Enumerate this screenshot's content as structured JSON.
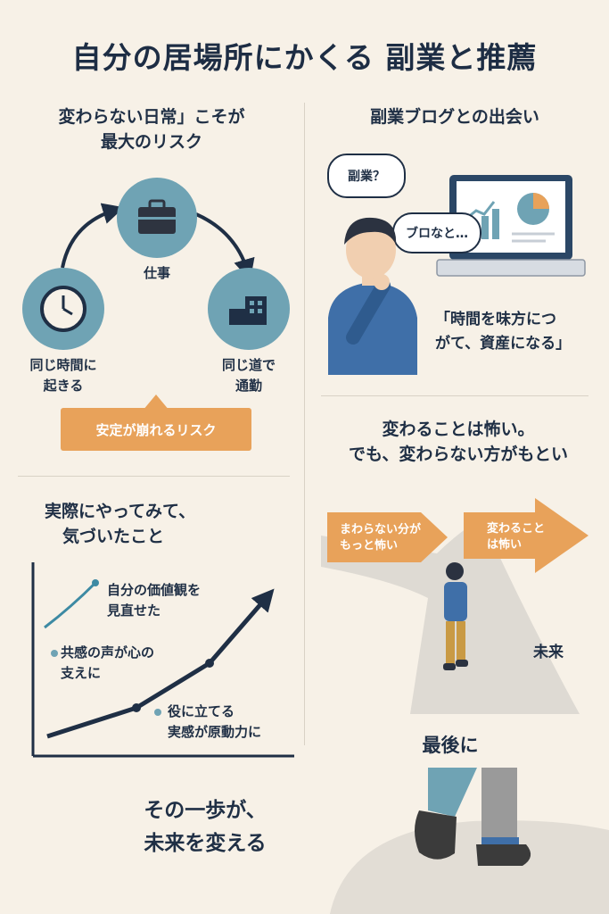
{
  "title": "自分の居場所にかくる 副業と推薦",
  "panel1": {
    "heading_line1": "変わらない日常」こそが",
    "heading_line2": "最大のリスク",
    "node_work": "仕事",
    "node_time_line1": "同じ時間に",
    "node_time_line2": "起きる",
    "node_commute_line1": "同じ道で",
    "node_commute_line2": "通勤",
    "risk_label": "安定が崩れるリスク"
  },
  "panel2": {
    "heading": "副業ブログとの出会い",
    "bubble_1": "副業？",
    "bubble_2": "ブロなと…",
    "quote_line1": "「時間を味方につ",
    "quote_line2": "がて、資産になる」"
  },
  "panel3": {
    "heading_line1": "実際にやってみて、",
    "heading_line2": "気づいたこと",
    "note_1_line1": "自分の価値観を",
    "note_1_line2": "見直せた",
    "note_2_line1": "共感の声が心の",
    "note_2_line2": "支えに",
    "note_3_line1": "役に立てる",
    "note_3_line2": "実感が原動力に"
  },
  "panel4": {
    "heading_line1": "変わることは怖い。",
    "heading_line2": "でも、変わらない方がもとい",
    "sign_left_line1": "まわらない分が",
    "sign_left_line2": "もっと怖い",
    "sign_right_line1": "変わること",
    "sign_right_line2": "は怖い",
    "future_label": "未来"
  },
  "panel5": {
    "heading": "最後に",
    "closing_line1": "その一歩が、",
    "closing_line2": "未来を変える"
  },
  "colors": {
    "background": "#f7f1e7",
    "navy": "#1f2f45",
    "teal": "#6fa3b4",
    "orange": "#e8a25a",
    "shirt_blue": "#3f6fa8"
  },
  "icons": [
    "briefcase-icon",
    "clock-icon",
    "building-icon",
    "laptop-icon",
    "chart-icon"
  ]
}
